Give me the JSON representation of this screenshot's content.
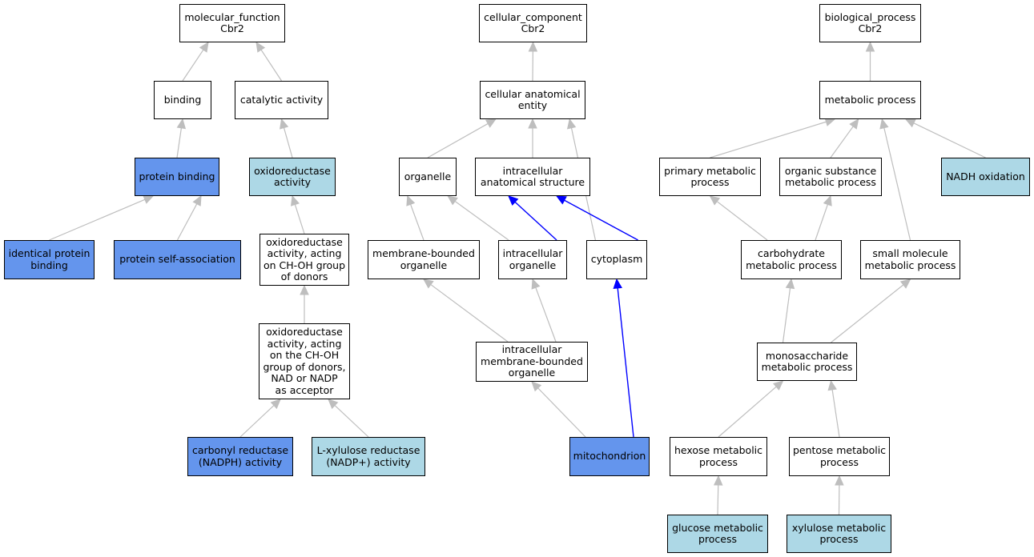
{
  "colors": {
    "edge_default": "#bebebe",
    "edge_highlight": "#0000ff",
    "node_default": "#ffffff",
    "node_dark": "#6495ed",
    "node_light": "#add8e6"
  },
  "nodes": {
    "mf_root": {
      "label": "molecular_function\nCbr2",
      "style": "plain"
    },
    "binding": {
      "label": "binding",
      "style": "plain"
    },
    "catalytic": {
      "label": "catalytic activity",
      "style": "plain"
    },
    "protein_binding": {
      "label": "protein binding",
      "style": "dark"
    },
    "oxidoreductase": {
      "label": "oxidoreductase\nactivity",
      "style": "light"
    },
    "identical_protein": {
      "label": "identical protein\nbinding",
      "style": "dark"
    },
    "self_assoc": {
      "label": "protein self-association",
      "style": "dark"
    },
    "oxred_choh": {
      "label": "oxidoreductase\nactivity, acting\non CH-OH group\nof donors",
      "style": "plain"
    },
    "oxred_nad": {
      "label": "oxidoreductase\nactivity, acting\non the CH-OH\ngroup of donors,\nNAD or NADP\nas acceptor",
      "style": "plain"
    },
    "carbonyl": {
      "label": "carbonyl reductase\n(NADPH) activity",
      "style": "dark"
    },
    "xylulose_red": {
      "label": "L-xylulose reductase\n(NADP+) activity",
      "style": "light"
    },
    "cc_root": {
      "label": "cellular_component\nCbr2",
      "style": "plain"
    },
    "cae": {
      "label": "cellular anatomical\nentity",
      "style": "plain"
    },
    "organelle": {
      "label": "organelle",
      "style": "plain"
    },
    "ias": {
      "label": "intracellular\nanatomical structure",
      "style": "plain"
    },
    "mbo": {
      "label": "membrane-bounded\norganelle",
      "style": "plain"
    },
    "io": {
      "label": "intracellular\norganelle",
      "style": "plain"
    },
    "cytoplasm": {
      "label": "cytoplasm",
      "style": "plain"
    },
    "imbo": {
      "label": "intracellular\nmembrane-bounded\norganelle",
      "style": "plain"
    },
    "mito": {
      "label": "mitochondrion",
      "style": "dark"
    },
    "bp_root": {
      "label": "biological_process\nCbr2",
      "style": "plain"
    },
    "metab": {
      "label": "metabolic process",
      "style": "plain"
    },
    "primary": {
      "label": "primary metabolic\nprocess",
      "style": "plain"
    },
    "organic": {
      "label": "organic substance\nmetabolic process",
      "style": "plain"
    },
    "nadh": {
      "label": "NADH oxidation",
      "style": "light"
    },
    "carb": {
      "label": "carbohydrate\nmetabolic process",
      "style": "plain"
    },
    "small": {
      "label": "small molecule\nmetabolic process",
      "style": "plain"
    },
    "mono": {
      "label": "monosaccharide\nmetabolic process",
      "style": "plain"
    },
    "hexose": {
      "label": "hexose metabolic\nprocess",
      "style": "plain"
    },
    "pentose": {
      "label": "pentose metabolic\nprocess",
      "style": "plain"
    },
    "glucose": {
      "label": "glucose metabolic\nprocess",
      "style": "light"
    },
    "xylulose_mp": {
      "label": "xylulose metabolic\nprocess",
      "style": "light"
    }
  },
  "edges": [
    {
      "from": "binding",
      "to": "mf_root",
      "highlight": false
    },
    {
      "from": "catalytic",
      "to": "mf_root",
      "highlight": false
    },
    {
      "from": "protein_binding",
      "to": "binding",
      "highlight": false
    },
    {
      "from": "oxidoreductase",
      "to": "catalytic",
      "highlight": false
    },
    {
      "from": "identical_protein",
      "to": "protein_binding",
      "highlight": false
    },
    {
      "from": "self_assoc",
      "to": "protein_binding",
      "highlight": false
    },
    {
      "from": "oxred_choh",
      "to": "oxidoreductase",
      "highlight": false
    },
    {
      "from": "oxred_nad",
      "to": "oxred_choh",
      "highlight": false
    },
    {
      "from": "carbonyl",
      "to": "oxred_nad",
      "highlight": false
    },
    {
      "from": "xylulose_red",
      "to": "oxred_nad",
      "highlight": false
    },
    {
      "from": "cae",
      "to": "cc_root",
      "highlight": false
    },
    {
      "from": "organelle",
      "to": "cae",
      "highlight": false
    },
    {
      "from": "ias",
      "to": "cae",
      "highlight": false
    },
    {
      "from": "cytoplasm",
      "to": "cae",
      "highlight": false
    },
    {
      "from": "mbo",
      "to": "organelle",
      "highlight": false
    },
    {
      "from": "io",
      "to": "organelle",
      "highlight": false
    },
    {
      "from": "io",
      "to": "ias",
      "highlight": true
    },
    {
      "from": "cytoplasm",
      "to": "ias",
      "highlight": true
    },
    {
      "from": "imbo",
      "to": "mbo",
      "highlight": false
    },
    {
      "from": "imbo",
      "to": "io",
      "highlight": false
    },
    {
      "from": "mito",
      "to": "imbo",
      "highlight": false
    },
    {
      "from": "mito",
      "to": "cytoplasm",
      "highlight": true
    },
    {
      "from": "metab",
      "to": "bp_root",
      "highlight": false
    },
    {
      "from": "primary",
      "to": "metab",
      "highlight": false
    },
    {
      "from": "organic",
      "to": "metab",
      "highlight": false
    },
    {
      "from": "nadh",
      "to": "metab",
      "highlight": false
    },
    {
      "from": "small",
      "to": "metab",
      "highlight": false
    },
    {
      "from": "carb",
      "to": "primary",
      "highlight": false
    },
    {
      "from": "carb",
      "to": "organic",
      "highlight": false
    },
    {
      "from": "mono",
      "to": "carb",
      "highlight": false
    },
    {
      "from": "mono",
      "to": "small",
      "highlight": false
    },
    {
      "from": "hexose",
      "to": "mono",
      "highlight": false
    },
    {
      "from": "pentose",
      "to": "mono",
      "highlight": false
    },
    {
      "from": "glucose",
      "to": "hexose",
      "highlight": false
    },
    {
      "from": "xylulose_mp",
      "to": "pentose",
      "highlight": false
    }
  ]
}
